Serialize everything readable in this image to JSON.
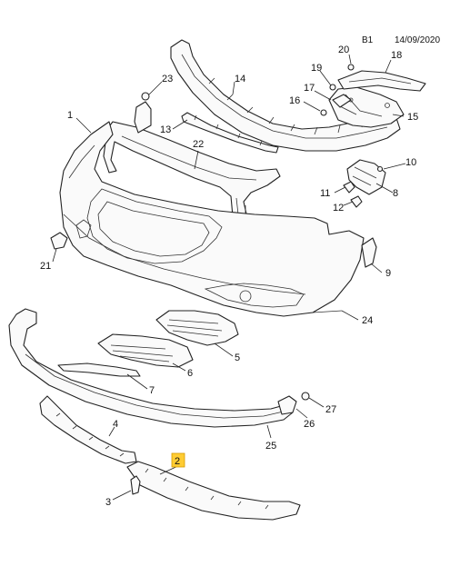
{
  "header": {
    "code": "B1",
    "date": "14/09/2020"
  },
  "callouts": [
    "1",
    "2",
    "3",
    "4",
    "5",
    "6",
    "7",
    "8",
    "9",
    "10",
    "11",
    "12",
    "13",
    "14",
    "15",
    "16",
    "17",
    "18",
    "19",
    "20",
    "21",
    "22",
    "23",
    "24",
    "25",
    "26",
    "27"
  ],
  "highlighted_callout": "2",
  "colors": {
    "line": "#222222",
    "highlight": "#ffcc33",
    "background": "#ffffff"
  }
}
